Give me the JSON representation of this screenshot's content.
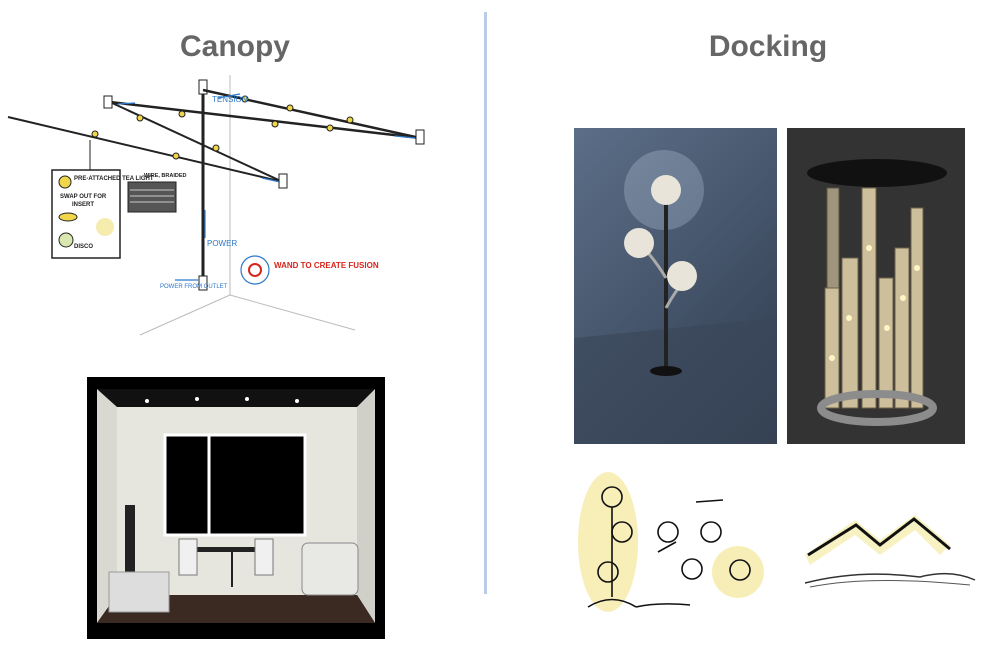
{
  "sections": {
    "left_title": "Canopy",
    "right_title": "Docking"
  },
  "sketch_labels": {
    "tea_light": "PRE-ATTACHED TEA LIGHT",
    "swap": "SWAP OUT FOR",
    "insert": "INSERT",
    "wire_braided": "WIRE, BRAIDED",
    "disco": "DISCO",
    "tension": "TENSION",
    "power": "POWER",
    "power_from_outlet": "POWER FROM OUTLET",
    "wand": "WAND TO CREATE FUSION"
  },
  "colors": {
    "title": "#666666",
    "divider": "#b9cce6",
    "sketch_blue": "#2b78c9",
    "glow": "#f4e79a"
  }
}
